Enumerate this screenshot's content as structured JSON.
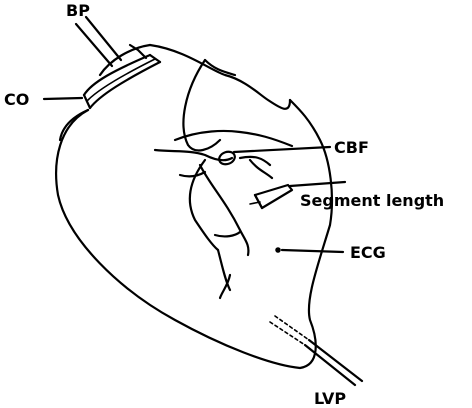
{
  "diagram": {
    "labels": {
      "bp": "BP",
      "co": "CO",
      "cbf": "CBF",
      "segment_length": "Segment length",
      "ecg": "ECG",
      "lvp": "LVP"
    }
  }
}
